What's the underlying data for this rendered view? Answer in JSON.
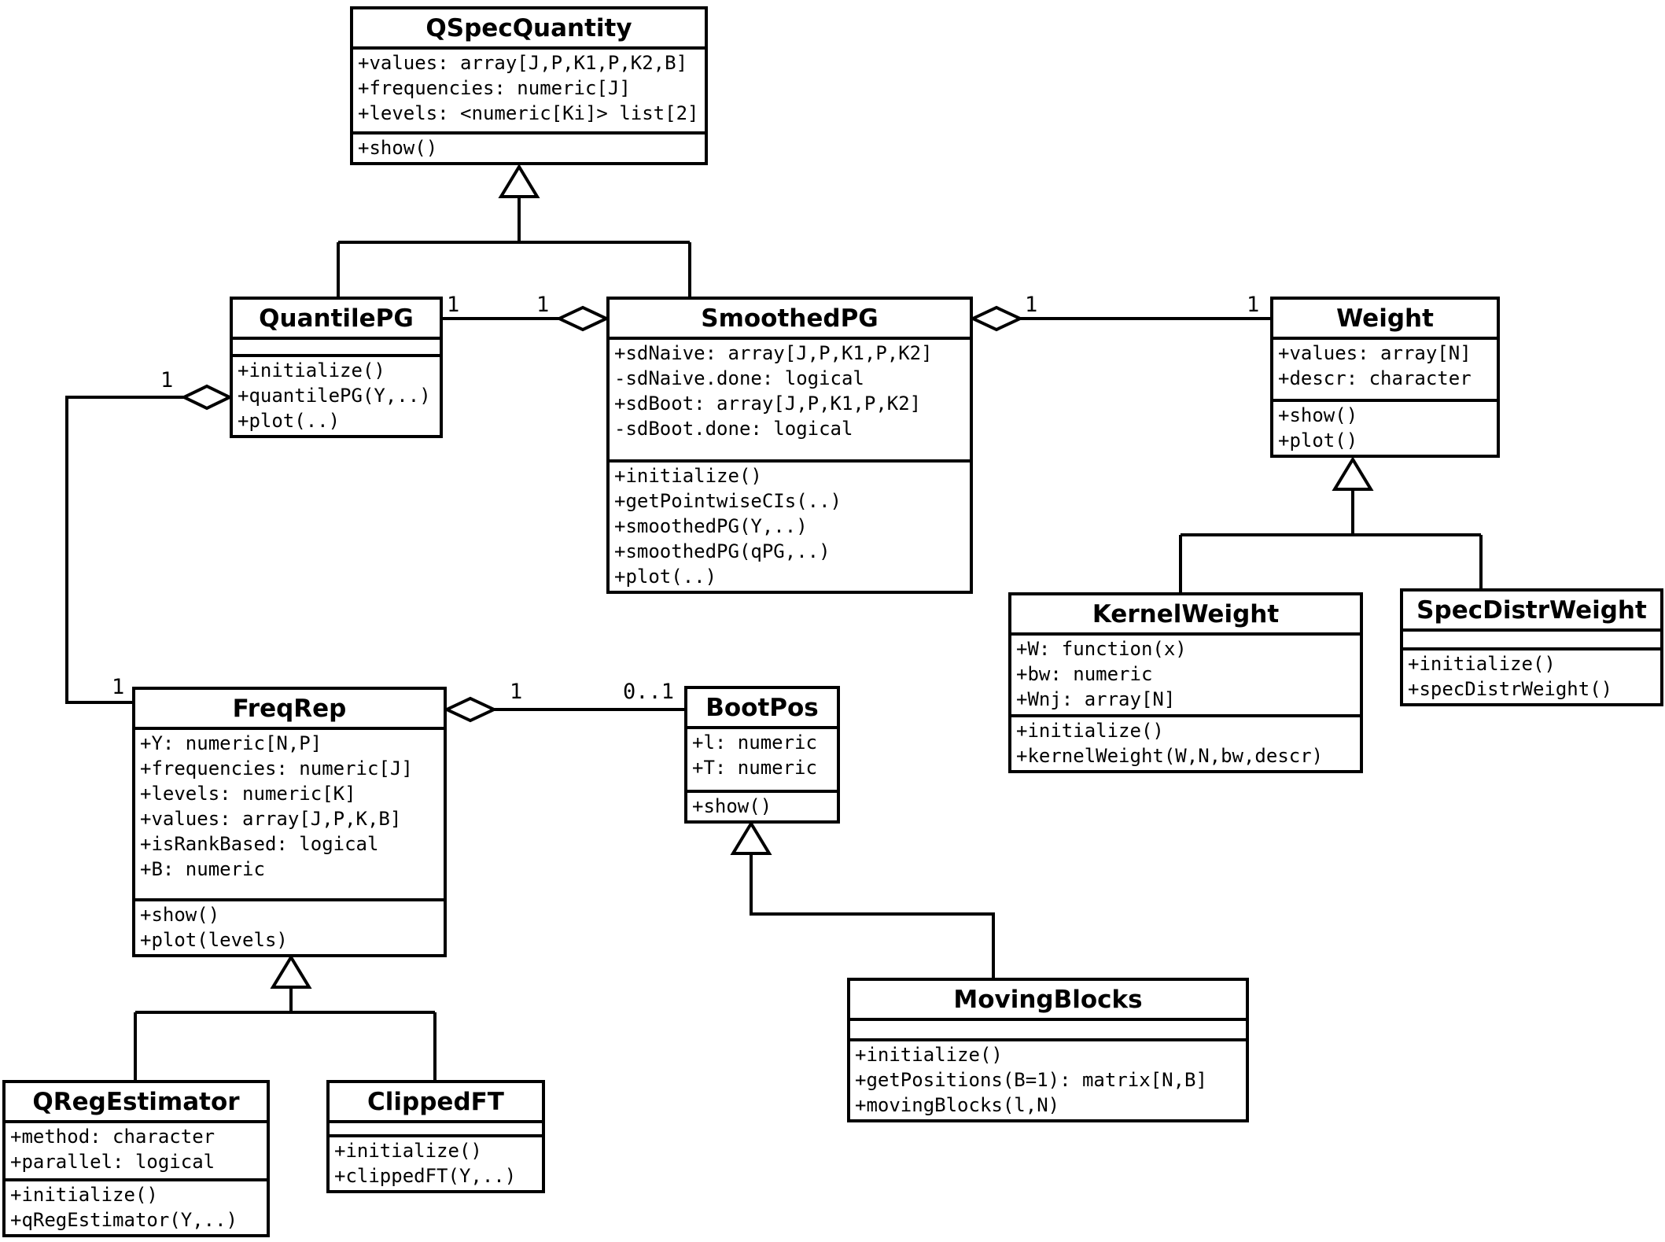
{
  "classes": {
    "QSpecQuantity": {
      "name": "QSpecQuantity",
      "attributes": [
        "+values: array[J,P,K1,P,K2,B]",
        "+frequencies: numeric[J]",
        "+levels: <numeric[Ki]> list[2]"
      ],
      "methods": [
        "+show()"
      ]
    },
    "QuantilePG": {
      "name": "QuantilePG",
      "attributes": [],
      "methods": [
        "+initialize()",
        "+quantilePG(Y,..)",
        "+plot(..)"
      ]
    },
    "SmoothedPG": {
      "name": "SmoothedPG",
      "attributes": [
        "+sdNaive: array[J,P,K1,P,K2]",
        "-sdNaive.done: logical",
        "+sdBoot: array[J,P,K1,P,K2]",
        "-sdBoot.done: logical"
      ],
      "methods": [
        "+initialize()",
        "+getPointwiseCIs(..)",
        "+smoothedPG(Y,..)",
        "+smoothedPG(qPG,..)",
        "+plot(..)"
      ]
    },
    "Weight": {
      "name": "Weight",
      "attributes": [
        "+values: array[N]",
        "+descr: character"
      ],
      "methods": [
        "+show()",
        "+plot()"
      ]
    },
    "KernelWeight": {
      "name": "KernelWeight",
      "attributes": [
        "+W: function(x)",
        "+bw: numeric",
        "+Wnj: array[N]"
      ],
      "methods": [
        "+initialize()",
        "+kernelWeight(W,N,bw,descr)"
      ]
    },
    "SpecDistrWeight": {
      "name": "SpecDistrWeight",
      "attributes": [],
      "methods": [
        "+initialize()",
        "+specDistrWeight()"
      ]
    },
    "FreqRep": {
      "name": "FreqRep",
      "attributes": [
        "+Y: numeric[N,P]",
        "+frequencies: numeric[J]",
        "+levels: numeric[K]",
        "+values: array[J,P,K,B]",
        "+isRankBased: logical",
        "+B: numeric"
      ],
      "methods": [
        "+show()",
        "+plot(levels)"
      ]
    },
    "BootPos": {
      "name": "BootPos",
      "attributes": [
        "+l: numeric",
        "+T: numeric"
      ],
      "methods": [
        "+show()"
      ]
    },
    "QRegEstimator": {
      "name": "QRegEstimator",
      "attributes": [
        "+method: character",
        "+parallel: logical"
      ],
      "methods": [
        "+initialize()",
        "+qRegEstimator(Y,..)"
      ]
    },
    "ClippedFT": {
      "name": "ClippedFT",
      "attributes": [],
      "methods": [
        "+initialize()",
        "+clippedFT(Y,..)"
      ]
    },
    "MovingBlocks": {
      "name": "MovingBlocks",
      "attributes": [],
      "methods": [
        "+initialize()",
        "+getPositions(B=1): matrix[N,B]",
        "+movingBlocks(l,N)"
      ]
    }
  },
  "relations": {
    "quantilePG_smoothedPG": {
      "type": "aggregation",
      "diamond_at": "SmoothedPG",
      "labels": {
        "quantilePG": "1",
        "smoothedPG": "1"
      }
    },
    "smoothedPG_weight": {
      "type": "aggregation",
      "diamond_at": "SmoothedPG",
      "labels": {
        "smoothedPG": "1",
        "weight": "1"
      }
    },
    "quantilePG_freqRep": {
      "type": "aggregation",
      "diamond_at": "QuantilePG",
      "labels": {
        "quantilePG": "1",
        "freqRep": "1"
      }
    },
    "freqRep_bootPos": {
      "type": "aggregation",
      "diamond_at": "FreqRep",
      "labels": {
        "freqRep": "1",
        "bootPos": "0..1"
      }
    },
    "generalizations": [
      {
        "parent": "QSpecQuantity",
        "children": [
          "QuantilePG",
          "SmoothedPG"
        ]
      },
      {
        "parent": "Weight",
        "children": [
          "KernelWeight",
          "SpecDistrWeight"
        ]
      },
      {
        "parent": "FreqRep",
        "children": [
          "QRegEstimator",
          "ClippedFT"
        ]
      },
      {
        "parent": "BootPos",
        "children": [
          "MovingBlocks"
        ]
      }
    ],
    "line_color": "#000000",
    "box_background": "#ffffff"
  }
}
